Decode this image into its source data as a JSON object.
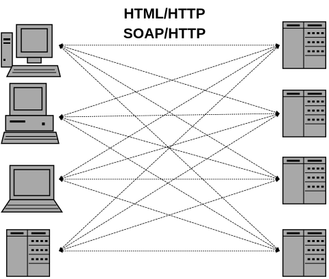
{
  "title": {
    "line1": "HTML/HTTP",
    "line2": "SOAP/HTTP"
  },
  "clients": [
    {
      "kind": "desktop-computer",
      "icon": "desktop-computer-icon"
    },
    {
      "kind": "desktop-computer",
      "icon": "desktop-computer-icon"
    },
    {
      "kind": "laptop-computer",
      "icon": "laptop-icon"
    },
    {
      "kind": "server",
      "icon": "server-icon"
    }
  ],
  "servers": [
    {
      "kind": "server",
      "icon": "server-icon"
    },
    {
      "kind": "server",
      "icon": "server-icon"
    },
    {
      "kind": "server",
      "icon": "server-icon"
    },
    {
      "kind": "server",
      "icon": "server-icon"
    }
  ],
  "connection_pattern": "all-to-all",
  "colors": {
    "device_fill": "#a8a8a8",
    "device_stroke": "#000000",
    "line": "#000000",
    "background": "#ffffff"
  }
}
